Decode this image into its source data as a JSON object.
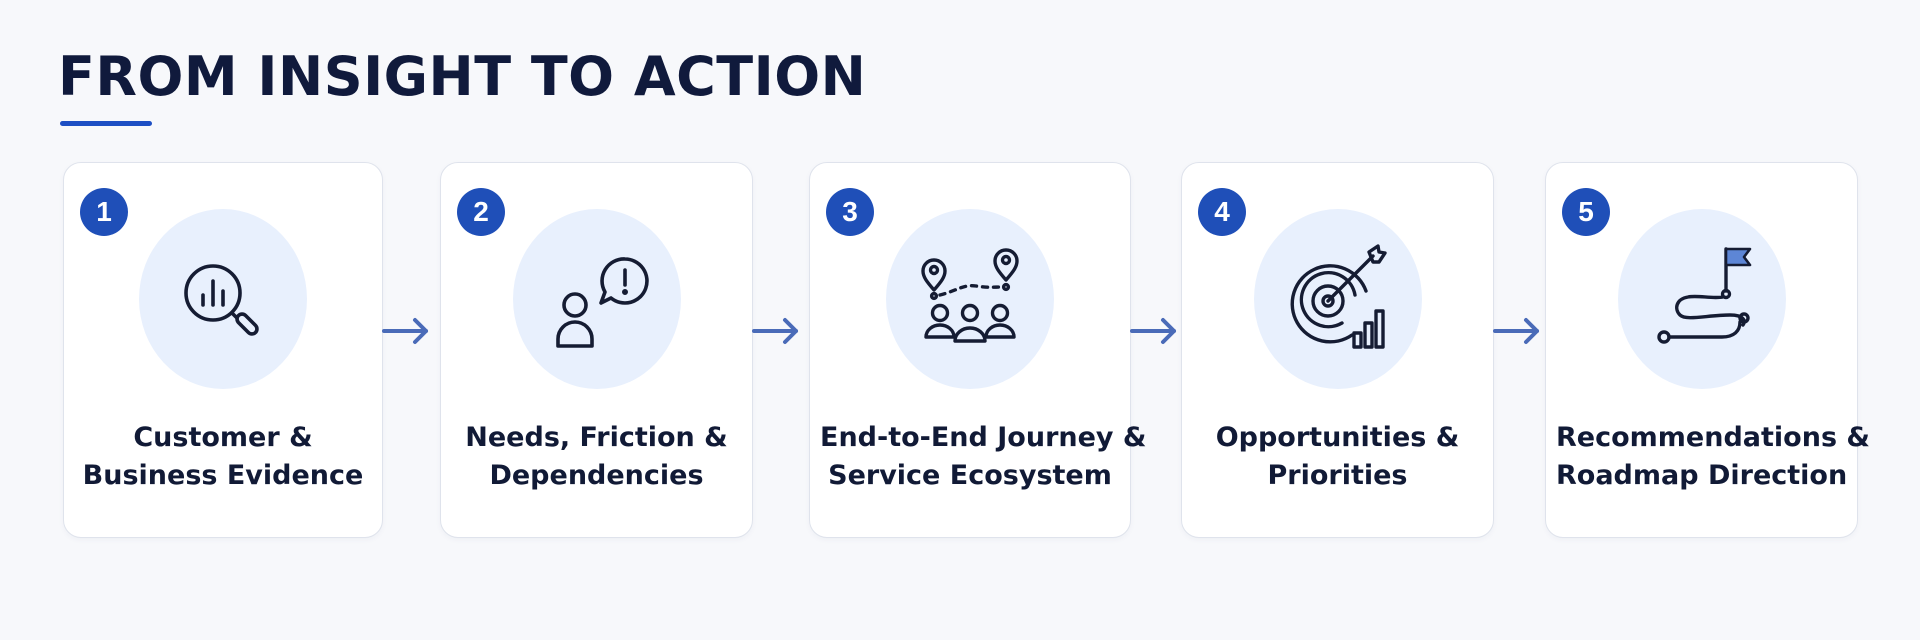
{
  "title": "FROM INSIGHT TO ACTION",
  "colors": {
    "accent": "#1f4fb8",
    "icon_bg": "#e8f0fd",
    "arrow": "#4a6bb8",
    "text": "#111a36"
  },
  "steps": [
    {
      "number": "1",
      "line1": "Customer &",
      "line2": "Business Evidence",
      "icon": "magnifier-chart-icon"
    },
    {
      "number": "2",
      "line1": "Needs, Friction &",
      "line2": "Dependencies",
      "icon": "person-speech-bubble-icon"
    },
    {
      "number": "3",
      "line1": "End-to-End Journey &",
      "line2": "Service Ecosystem",
      "icon": "journey-pins-people-icon"
    },
    {
      "number": "4",
      "line1": "Opportunities &",
      "line2": "Priorities",
      "icon": "target-arrow-chart-icon"
    },
    {
      "number": "5",
      "line1": "Recommendations &",
      "line2": "Roadmap Direction",
      "icon": "roadmap-flag-icon"
    }
  ]
}
